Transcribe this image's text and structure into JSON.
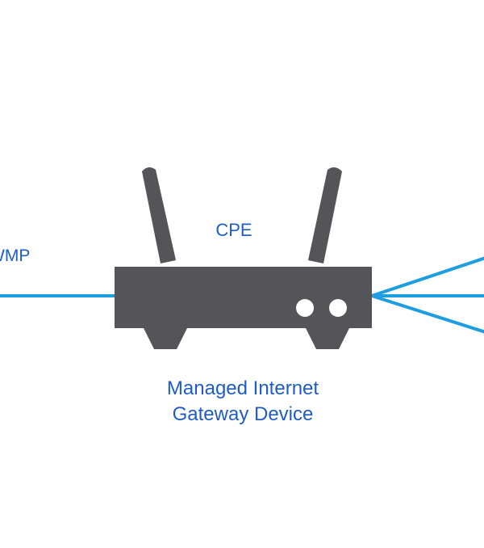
{
  "diagram": {
    "protocol_label": "WMP",
    "cpe_label": "CPE",
    "device_caption": {
      "line1": "Managed Internet",
      "line2": "Gateway Device"
    }
  },
  "colors": {
    "link_line": "#1e9ee0",
    "label_text": "#1f5cc8",
    "router_body": "#545459",
    "router_lights": "#ffffff",
    "background": "#ffffff"
  },
  "icons": {
    "router": "router-icon",
    "antenna": "antenna-icon",
    "status_light": "status-light-icon"
  }
}
